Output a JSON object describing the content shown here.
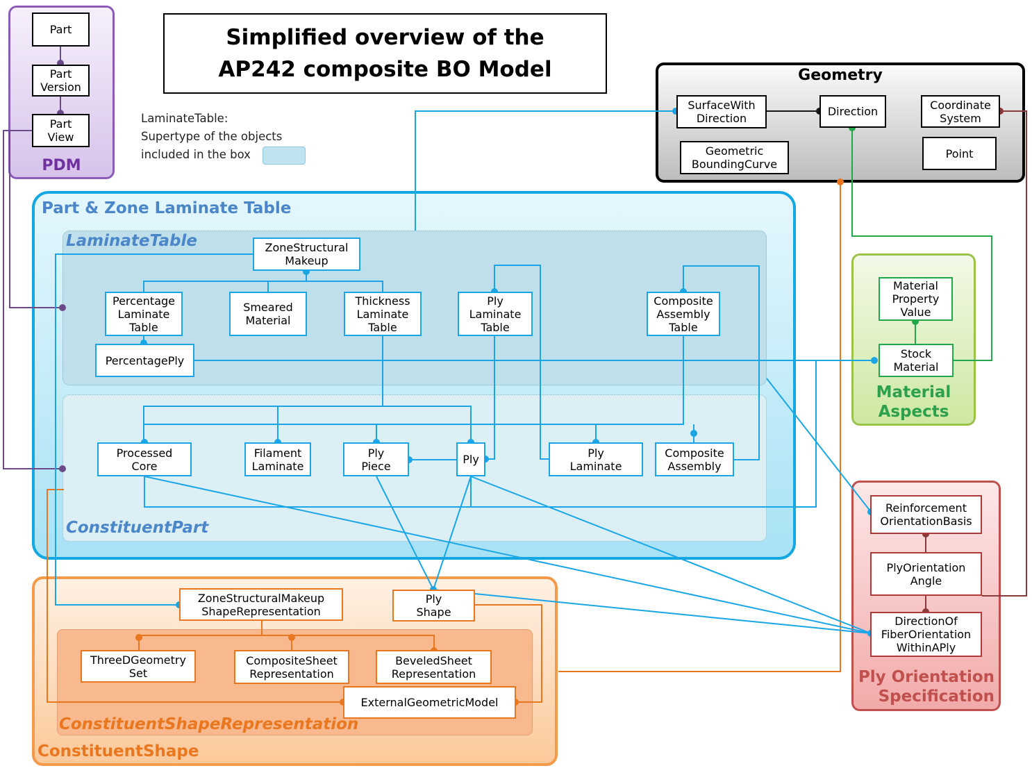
{
  "title": "Simplified overview of the AP242 composite BO Model",
  "legend_lines": [
    "LaminateTable:",
    "Supertype of the objects",
    "included in the box"
  ],
  "colors": {
    "cyan": "#1aa6e6",
    "orange": "#e8771f",
    "purple": "#6b4a8a",
    "green": "#22a84a",
    "red_dark": "#8b3a3a",
    "black": "#1a1a1a"
  },
  "groups": {
    "pdm": "PDM",
    "geometry": "Geometry",
    "part_zone": "Part & Zone Laminate Table",
    "laminate_table": "LaminateTable",
    "constituent_part": "ConstituentPart",
    "material": "Material\nAspects",
    "ply_orientation": "Ply Orientation\nSpecification",
    "constituent_shape": "ConstituentShape",
    "constituent_shape_rep": "ConstituentShapeRepresentation"
  },
  "entities": {
    "part": "Part",
    "part_version": "Part\nVersion",
    "part_view": "Part\nView",
    "surface_with_direction": "SurfaceWith\nDirection",
    "direction": "Direction",
    "coordinate_system": "Coordinate\nSystem",
    "geometric_bounding_curve": "Geometric\nBoundingCurve",
    "point": "Point",
    "zone_structural_makeup": "ZoneStructural\nMakeup",
    "percentage_laminate_table": "Percentage\nLaminate\nTable",
    "smeared_material": "Smeared\nMaterial",
    "thickness_laminate_table": "Thickness\nLaminate\nTable",
    "ply_laminate_table": "Ply\nLaminate\nTable",
    "composite_assembly_table": "Composite\nAssembly\nTable",
    "percentage_ply": "PercentagePly",
    "processed_core": "Processed\nCore",
    "filament_laminate": "Filament\nLaminate",
    "ply_piece": "Ply\nPiece",
    "ply": "Ply",
    "ply_laminate": "Ply\nLaminate",
    "composite_assembly": "Composite\nAssembly",
    "material_property_value": "Material\nProperty\nValue",
    "stock_material": "Stock\nMaterial",
    "reinforcement_orientation_basis": "Reinforcement\nOrientationBasis",
    "ply_orientation_angle": "PlyOrientation\nAngle",
    "direction_of_fiber": "DirectionOf\nFiberOrientation\nWithinAPly",
    "zsm_shape_rep": "ZoneStructuralMakeup\nShapeRepresentation",
    "ply_shape": "Ply\nShape",
    "three_d_geometry_set": "ThreeDGeometry\nSet",
    "composite_sheet_rep": "CompositeSheet\nRepresentation",
    "beveled_sheet_rep": "BeveledSheet\nRepresentation",
    "external_geometric_model": "ExternalGeometricModel"
  }
}
